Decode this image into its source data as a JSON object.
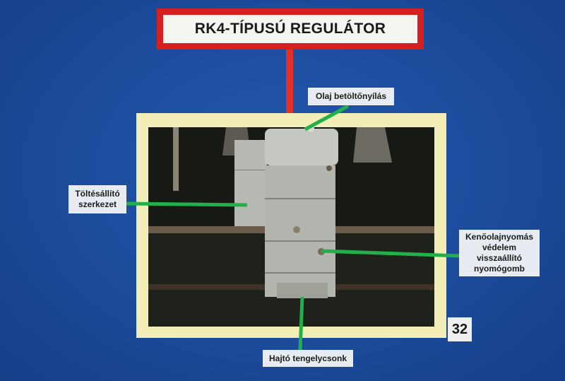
{
  "title": "RK4-TÍPUSÚ REGULÁTOR",
  "labels": {
    "oil_filler": "Olaj betöltőnyílás",
    "charge_adjuster_line1": "Töltésállító",
    "charge_adjuster_line2": "szerkezet",
    "lube_reset_line1": "Kenőolajnyomás",
    "lube_reset_line2": "védelem",
    "lube_reset_line3": "visszaállító",
    "lube_reset_line4": "nyomógomb",
    "drive_shaft": "Hajtó tengelycsonk"
  },
  "slide_number": "32",
  "colors": {
    "background": "#1c4c9e",
    "title_border": "#d62020",
    "leader_line": "#22b04a",
    "frame": "#f3eeb8"
  }
}
